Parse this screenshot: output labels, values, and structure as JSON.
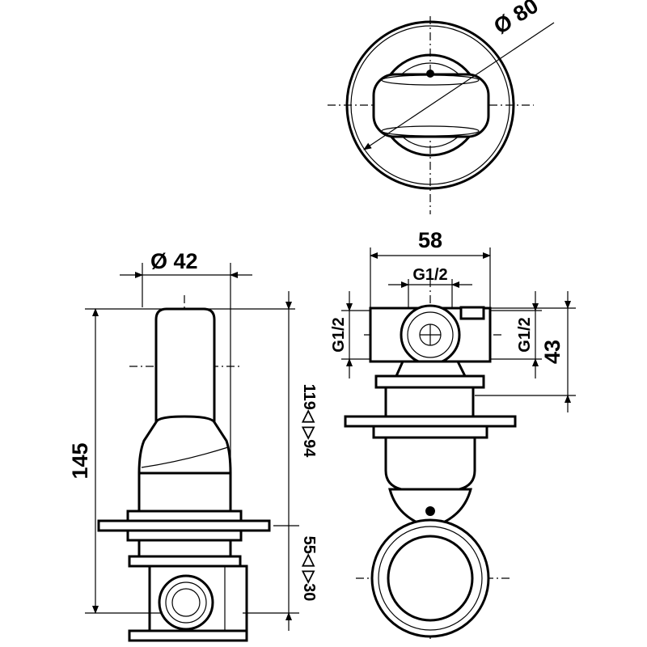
{
  "dimensions": {
    "top_diameter": "Ø 80",
    "side_diameter": "Ø 42",
    "total_height": "145",
    "front_width": "58",
    "thread_top": "G1/2",
    "thread_left": "G1/2",
    "thread_right": "G1/2",
    "front_height": "43",
    "range_upper": "119◁ ▷94",
    "range_lower": "55◁ ▷30"
  }
}
